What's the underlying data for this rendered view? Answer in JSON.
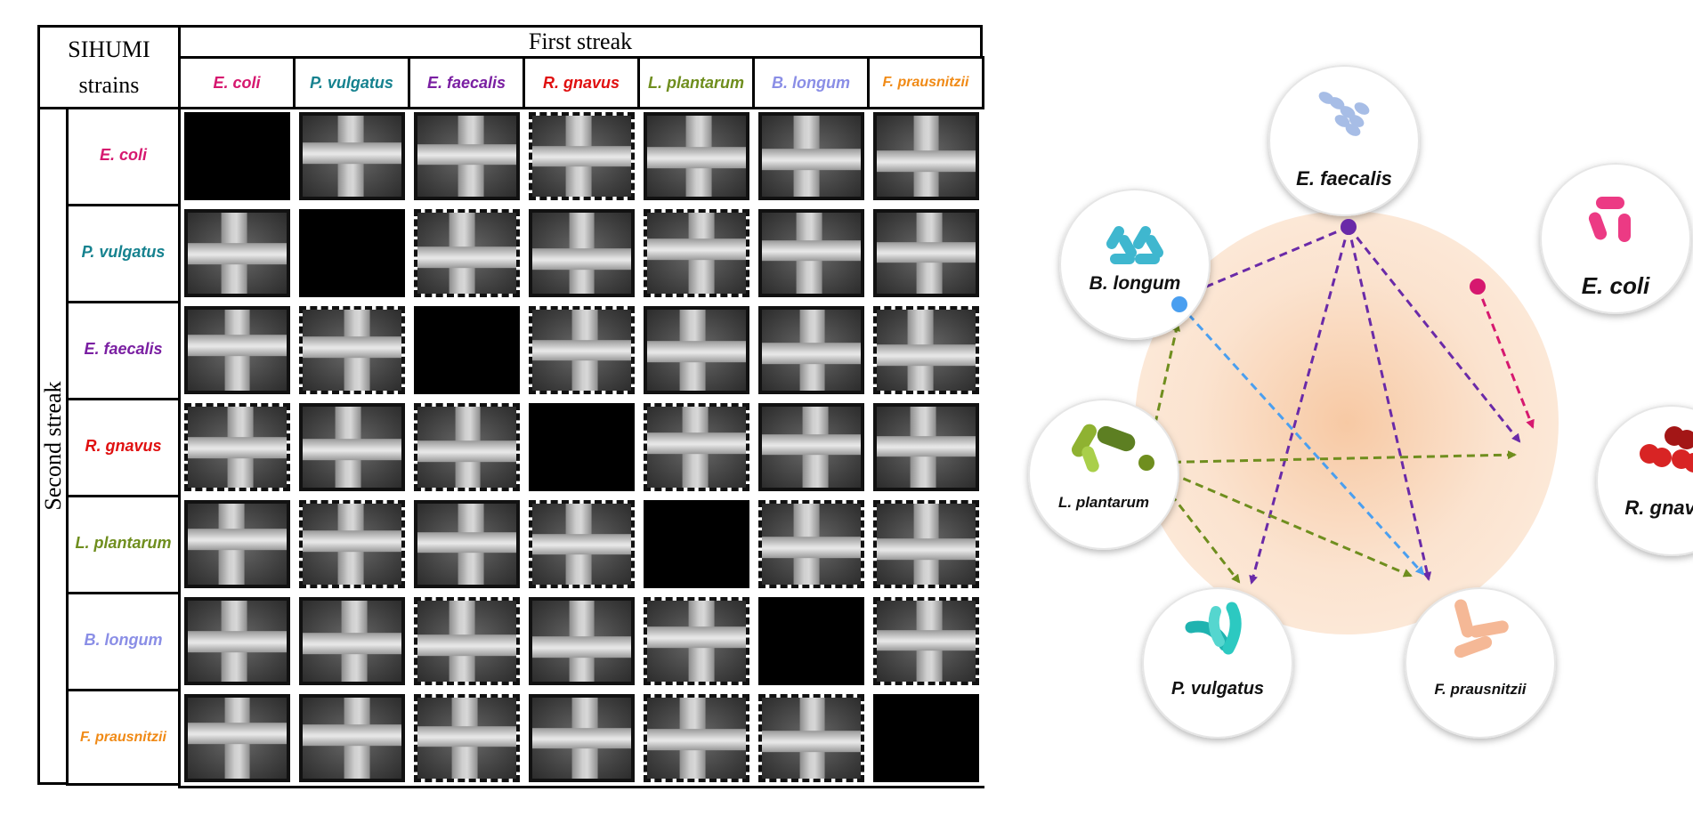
{
  "table": {
    "corner_label_line1": "SIHUMI",
    "corner_label_line2": "strains",
    "column_group_label": "First streak",
    "row_group_label": "Second streak",
    "strains": [
      {
        "name": "E. coli",
        "color": "#d6186f"
      },
      {
        "name": "P. vulgatus",
        "color": "#16828f"
      },
      {
        "name": "E. faecalis",
        "color": "#7a1fa2"
      },
      {
        "name": "R. gnavus",
        "color": "#e01010"
      },
      {
        "name": "L. plantarum",
        "color": "#6f8e1e"
      },
      {
        "name": "B. longum",
        "color": "#8a8ee6"
      },
      {
        "name": "F. prausnitzii",
        "color": "#f08a16"
      }
    ],
    "tile_borders": [
      [
        "black",
        "solid",
        "solid",
        "dashed",
        "solid",
        "solid",
        "solid"
      ],
      [
        "solid",
        "black",
        "dashed",
        "solid",
        "dashed",
        "solid",
        "solid"
      ],
      [
        "solid",
        "dashed",
        "black",
        "dashed",
        "solid",
        "solid",
        "dashed"
      ],
      [
        "dashed",
        "solid",
        "dashed",
        "black",
        "dashed",
        "solid",
        "solid"
      ],
      [
        "solid",
        "dashed",
        "solid",
        "dashed",
        "black",
        "dashed",
        "dashed"
      ],
      [
        "solid",
        "solid",
        "dashed",
        "solid",
        "dashed",
        "black",
        "dashed"
      ],
      [
        "solid",
        "solid",
        "dashed",
        "solid",
        "dashed",
        "dashed",
        "black"
      ]
    ]
  },
  "network": {
    "nodes": [
      {
        "id": "efaecalis",
        "label": "E. faecalis",
        "icon": "cocci-chain-icon",
        "dot_color": "#6a2aa8"
      },
      {
        "id": "ecoli",
        "label": "E. coli",
        "icon": "flagellated-rod-icon",
        "dot_color": "#d6186f"
      },
      {
        "id": "blongum",
        "label": "B. longum",
        "icon": "branched-rod-icon",
        "dot_color": "#4a9ff0"
      },
      {
        "id": "lplantarum",
        "label": "L. plantarum",
        "icon": "rod-icon",
        "dot_color": "#6f8e1e"
      },
      {
        "id": "rgnavus",
        "label": "R. gnavus",
        "icon": "coccus-pair-icon",
        "dot_color": "#cc1f1f"
      },
      {
        "id": "pvulgatus",
        "label": "P. vulgatus",
        "icon": "curved-rod-icon",
        "dot_color": "#1fb3b0"
      },
      {
        "id": "fprausnitzii",
        "label": "F. prausnitzii",
        "icon": "long-rod-icon",
        "dot_color": "#f0a080"
      }
    ],
    "edges": [
      {
        "from": "efaecalis",
        "to": "blongum",
        "color": "#6a2aa8"
      },
      {
        "from": "efaecalis",
        "to": "rgnavus",
        "color": "#6a2aa8"
      },
      {
        "from": "efaecalis",
        "to": "pvulgatus",
        "color": "#6a2aa8"
      },
      {
        "from": "efaecalis",
        "to": "fprausnitzii",
        "color": "#6a2aa8"
      },
      {
        "from": "ecoli",
        "to": "rgnavus",
        "color": "#d6186f"
      },
      {
        "from": "blongum",
        "to": "fprausnitzii",
        "color": "#4a9ff0"
      },
      {
        "from": "lplantarum",
        "to": "blongum",
        "color": "#6f8e1e"
      },
      {
        "from": "lplantarum",
        "to": "rgnavus",
        "color": "#6f8e1e"
      },
      {
        "from": "lplantarum",
        "to": "pvulgatus",
        "color": "#6f8e1e"
      },
      {
        "from": "lplantarum",
        "to": "fprausnitzii",
        "color": "#6f8e1e"
      }
    ]
  }
}
